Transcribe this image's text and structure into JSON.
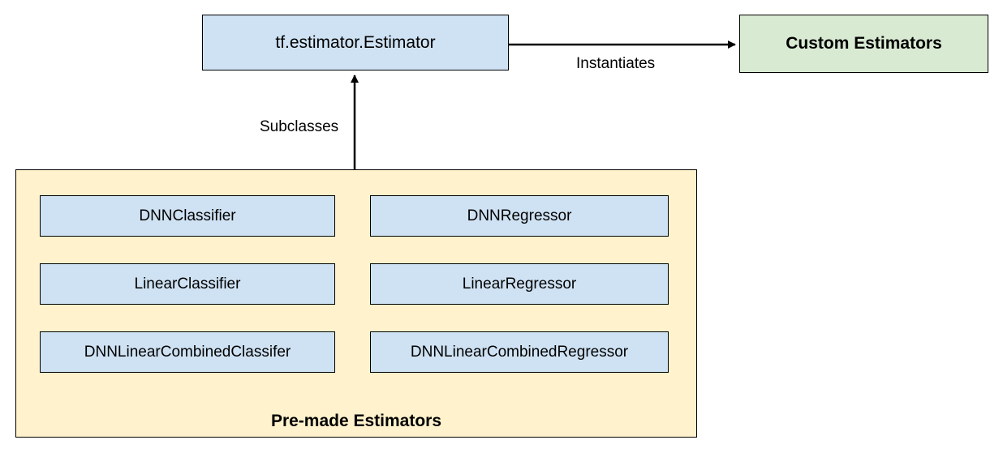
{
  "base_class": {
    "label": "tf.estimator.Estimator"
  },
  "custom": {
    "label": "Custom Estimators"
  },
  "edges": {
    "instantiates": "Instantiates",
    "subclasses": "Subclasses"
  },
  "premade": {
    "title": "Pre-made Estimators",
    "items": [
      {
        "label": "DNNClassifier"
      },
      {
        "label": "DNNRegressor"
      },
      {
        "label": "LinearClassifier"
      },
      {
        "label": "LinearRegressor"
      },
      {
        "label": "DNNLinearCombinedClassifer"
      },
      {
        "label": "DNNLinearCombinedRegressor"
      }
    ]
  },
  "colors": {
    "class_box": "#cfe2f3",
    "custom_box": "#d9ead3",
    "premade_container": "#fff2cc",
    "stroke": "#000000"
  }
}
